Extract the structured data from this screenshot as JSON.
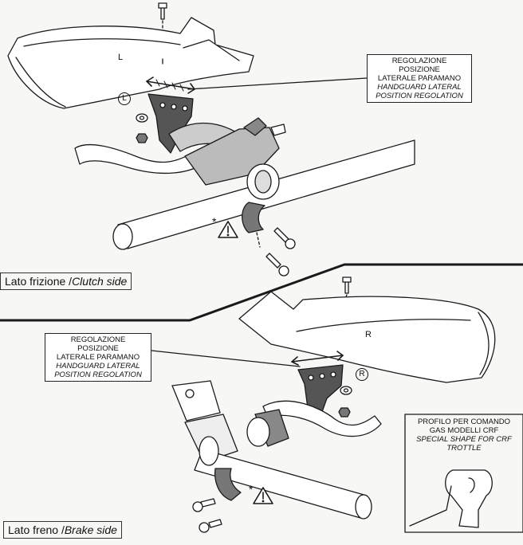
{
  "top_callout": {
    "line1": "REGOLAZIONE POSIZIONE",
    "line2": "LATERALE PARAMANO",
    "line3": "HANDGUARD LATERAL",
    "line4": "POSITION REGOLATION"
  },
  "bottom_callout": {
    "line1": "REGOLAZIONE POSIZIONE",
    "line2": "LATERALE PARAMANO",
    "line3": "HANDGUARD LATERAL",
    "line4": "POSITION REGOLATION"
  },
  "crf_callout": {
    "line1": "PROFILO PER COMANDO",
    "line2": "GAS MODELLI CRF",
    "line3": "SPECIAL SHAPE FOR CRF",
    "line4": "TROTTLE"
  },
  "clutch_label": {
    "it": "Lato frizione /",
    "en": "Clutch side"
  },
  "brake_label": {
    "it": "Lato freno /",
    "en": "Brake side"
  },
  "marks": {
    "left": "L",
    "right": "R",
    "guard_left": "L",
    "guard_right": "R",
    "asterisk": "*"
  }
}
